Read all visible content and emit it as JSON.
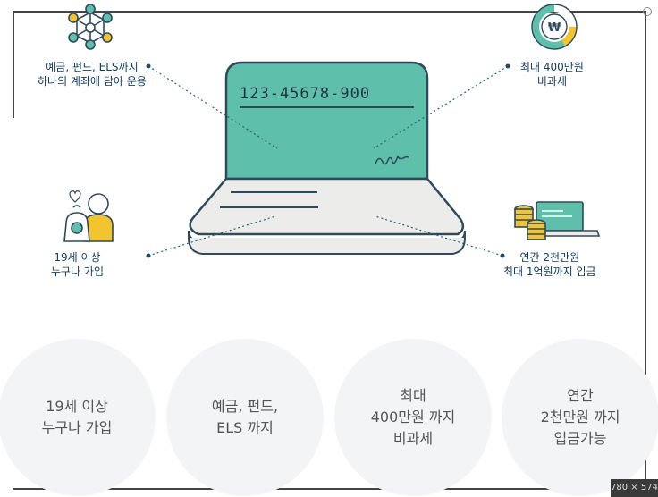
{
  "account_number": "123-45678-900",
  "features": {
    "top_left": {
      "line1": "예금, 펀드, ELS까지",
      "line2": "하나의 계좌에 담아 운용",
      "icon": "network-icon"
    },
    "top_right": {
      "line1": "최대 400만원",
      "line2": "비과세",
      "icon": "won-donut-chart-icon"
    },
    "mid_left": {
      "line1": "19세 이상",
      "line2": "누구나 가입",
      "icon": "people-icon"
    },
    "mid_right": {
      "line1": "연간 2천만원",
      "line2": "최대 1억원까지 입금",
      "icon": "coins-laptop-icon"
    }
  },
  "circles": [
    {
      "lines": [
        "19세 이상",
        "누구나 가입"
      ]
    },
    {
      "lines": [
        "예금, 펀드,",
        "ELS 까지"
      ]
    },
    {
      "lines": [
        "최대",
        "400만원 까지",
        "비과세"
      ]
    },
    {
      "lines": [
        "연간",
        "2천만원 까지",
        "입금가능"
      ]
    }
  ],
  "colors": {
    "teal": "#5ebfaa",
    "dark": "#2e4a5c",
    "yellow": "#f2c430",
    "gray_fill": "#f3f4f5",
    "text": "#123b5c"
  },
  "image_size_badge": "780 × 574"
}
